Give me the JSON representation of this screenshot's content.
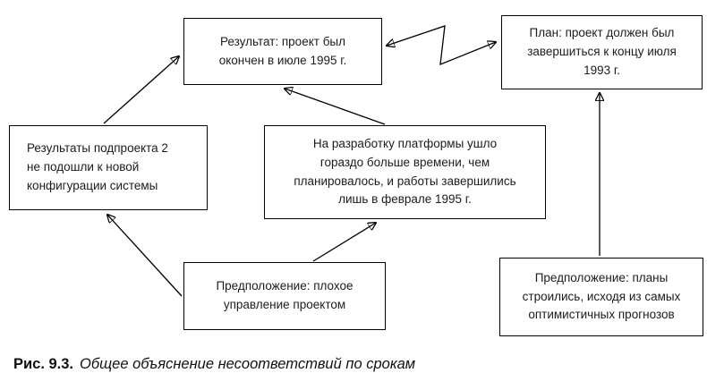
{
  "diagram": {
    "boxes": {
      "result": {
        "lines": [
          "Результат: проект был",
          "окончен в июле 1995 г."
        ]
      },
      "plan": {
        "lines": [
          "План: проект должен был",
          "завершиться к концу июля",
          "1993 г."
        ]
      },
      "subproject": {
        "lines": [
          "Результаты подпроекта 2",
          "не подошли к новой",
          "конфигурации системы"
        ]
      },
      "platform": {
        "lines": [
          "На разработку платформы ушло",
          "гораздо больше времени, чем",
          "планировалось, и работы завершились",
          "лишь в феврале 1995 г."
        ]
      },
      "assumption_management": {
        "lines": [
          "Предположение: плохое",
          "управление проектом"
        ]
      },
      "assumption_forecasts": {
        "lines": [
          "Предположение: планы",
          "строились, исходя из самых",
          "оптимистичных прогнозов"
        ]
      }
    },
    "caption": {
      "label": "Рис. 9.3.",
      "text": "Общее объяснение несоответствий по срокам"
    },
    "colors": {
      "box_border": "#000000",
      "background": "#ffffff",
      "text": "#1c1c1c"
    }
  }
}
